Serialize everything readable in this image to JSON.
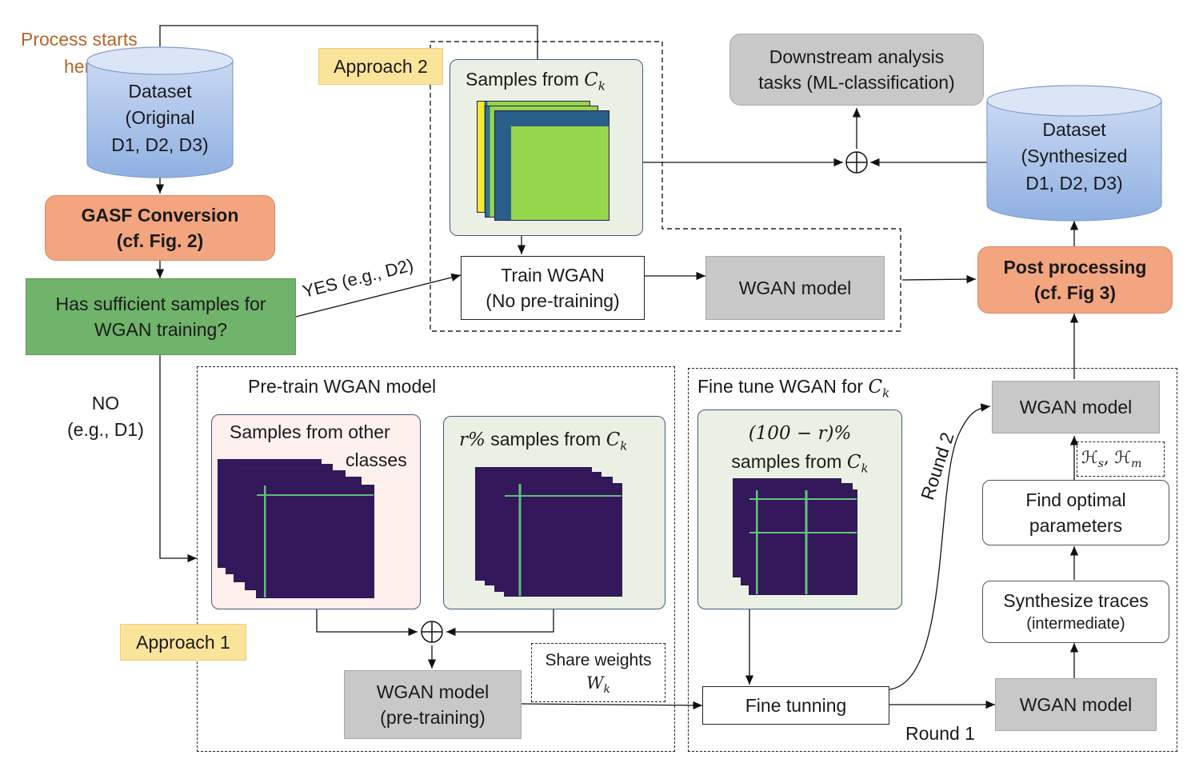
{
  "process_start": {
    "line1": "Process starts",
    "line2": "here"
  },
  "dataset_original": {
    "line1": "Dataset",
    "line2": "(Original",
    "line3": "D1, D2, D3)"
  },
  "dataset_synth": {
    "line1": "Dataset",
    "line2": "(Synthesized",
    "line3": "D1, D2, D3)"
  },
  "gasf": {
    "line1": "GASF Conversion",
    "line2": "(cf. Fig. 2)"
  },
  "decision": {
    "line1": "Has sufficient samples for",
    "line2": "WGAN training?"
  },
  "yes_label": "YES (e.g., D2)",
  "no_label": {
    "line1": "NO",
    "line2": "(e.g., D1)"
  },
  "approach2": {
    "tag": "Approach 2",
    "samples_label": "Samples from ",
    "samples_sym": "C",
    "samples_sub": "k",
    "train": {
      "line1": "Train WGAN",
      "line2": "(No pre-training)"
    },
    "model": "WGAN model"
  },
  "downstream": {
    "line1": "Downstream analysis",
    "line2": "tasks (ML-classification)"
  },
  "post_processing": {
    "line1": "Post processing",
    "line2": "(cf. Fig 3)"
  },
  "approach1": {
    "tag": "Approach 1",
    "pretrain_title": "Pre-train  WGAN model",
    "other_classes": {
      "line1": "Samples from other",
      "line2": "classes"
    },
    "r_samples": {
      "prefix": "r%",
      "label": "  samples from ",
      "sym": "C",
      "sub": "k"
    },
    "model_pre": {
      "line1": "WGAN model",
      "line2": "(pre-training)"
    },
    "share": {
      "line1": "Share weights",
      "sym": "W",
      "sub": "k"
    }
  },
  "finetune": {
    "title": "Fine tune WGAN for ",
    "title_sym": "C",
    "title_sub": "k",
    "samples": {
      "line1": "(100 − r)%",
      "line2": "samples from ",
      "sym": "C",
      "sub": "k"
    },
    "fine_tuning": "Fine tunning",
    "round1": "Round 1",
    "round2": "Round 2"
  },
  "right_column": {
    "model_top": "WGAN model",
    "hyper": {
      "h": "ℋ",
      "s": "s",
      "m": "m"
    },
    "find_opt": {
      "line1": "Find optimal",
      "line2": "parameters"
    },
    "synth": {
      "line1": "Synthesize traces",
      "line2": "(intermediate)"
    },
    "model_bottom": "WGAN model"
  },
  "colors": {
    "orange_text": "#b5652b",
    "cylinder": "#9fbbe6",
    "heat_bg": "#34185a",
    "heat_green": "#95d64a",
    "heat_yellow": "#f3e92f"
  }
}
